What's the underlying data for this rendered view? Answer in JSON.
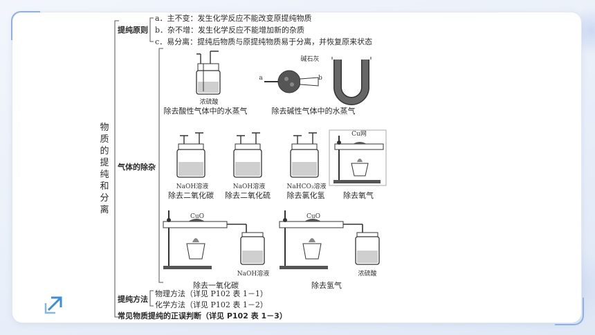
{
  "topic": {
    "chars": [
      "物",
      "质",
      "的",
      "提",
      "纯",
      "和",
      "分",
      "离"
    ]
  },
  "principles": {
    "title": "提纯原则",
    "items": [
      "a．主不变：发生化学反应不能改变原提纯物质",
      "b．杂不增：发生化学反应不能增加新的杂质",
      "c．易分离：提纯后物质与原提纯物质易于分离，并恢复原来状态"
    ]
  },
  "gas_removal": {
    "title": "气体的除杂",
    "row1": {
      "reagent_label": "浓硫酸",
      "soda_lime_label": "碱石灰",
      "port_a": "a",
      "port_b": "b",
      "caption_acid": "除去酸性气体中的水蒸气",
      "caption_base": "除去碱性气体中的水蒸气"
    },
    "row2": {
      "items": [
        {
          "label": "NaOH溶液",
          "caption": "除去二氧化碳"
        },
        {
          "label": "NaOH溶液",
          "caption": "除去二氧化硫"
        },
        {
          "label": "NaHCO₃溶液",
          "caption": "除去氯化氢"
        },
        {
          "label": "Cu网",
          "caption": "除去氧气"
        }
      ]
    },
    "row3": {
      "cuo_1": "CuO",
      "cuo_2": "CuO",
      "label_naoh": "NaOH溶液",
      "label_acid": "浓硫酸",
      "caption_co": "除去一氧化碳",
      "caption_h2": "除去氢气"
    }
  },
  "methods": {
    "title": "提纯方法",
    "items": [
      "物理方法（详见 P102 表 1－1）",
      "化学方法（详见 P102 表 1－2）"
    ]
  },
  "judgement": "常见物质提纯的正误判断（详见 P102 表 1－3）"
}
